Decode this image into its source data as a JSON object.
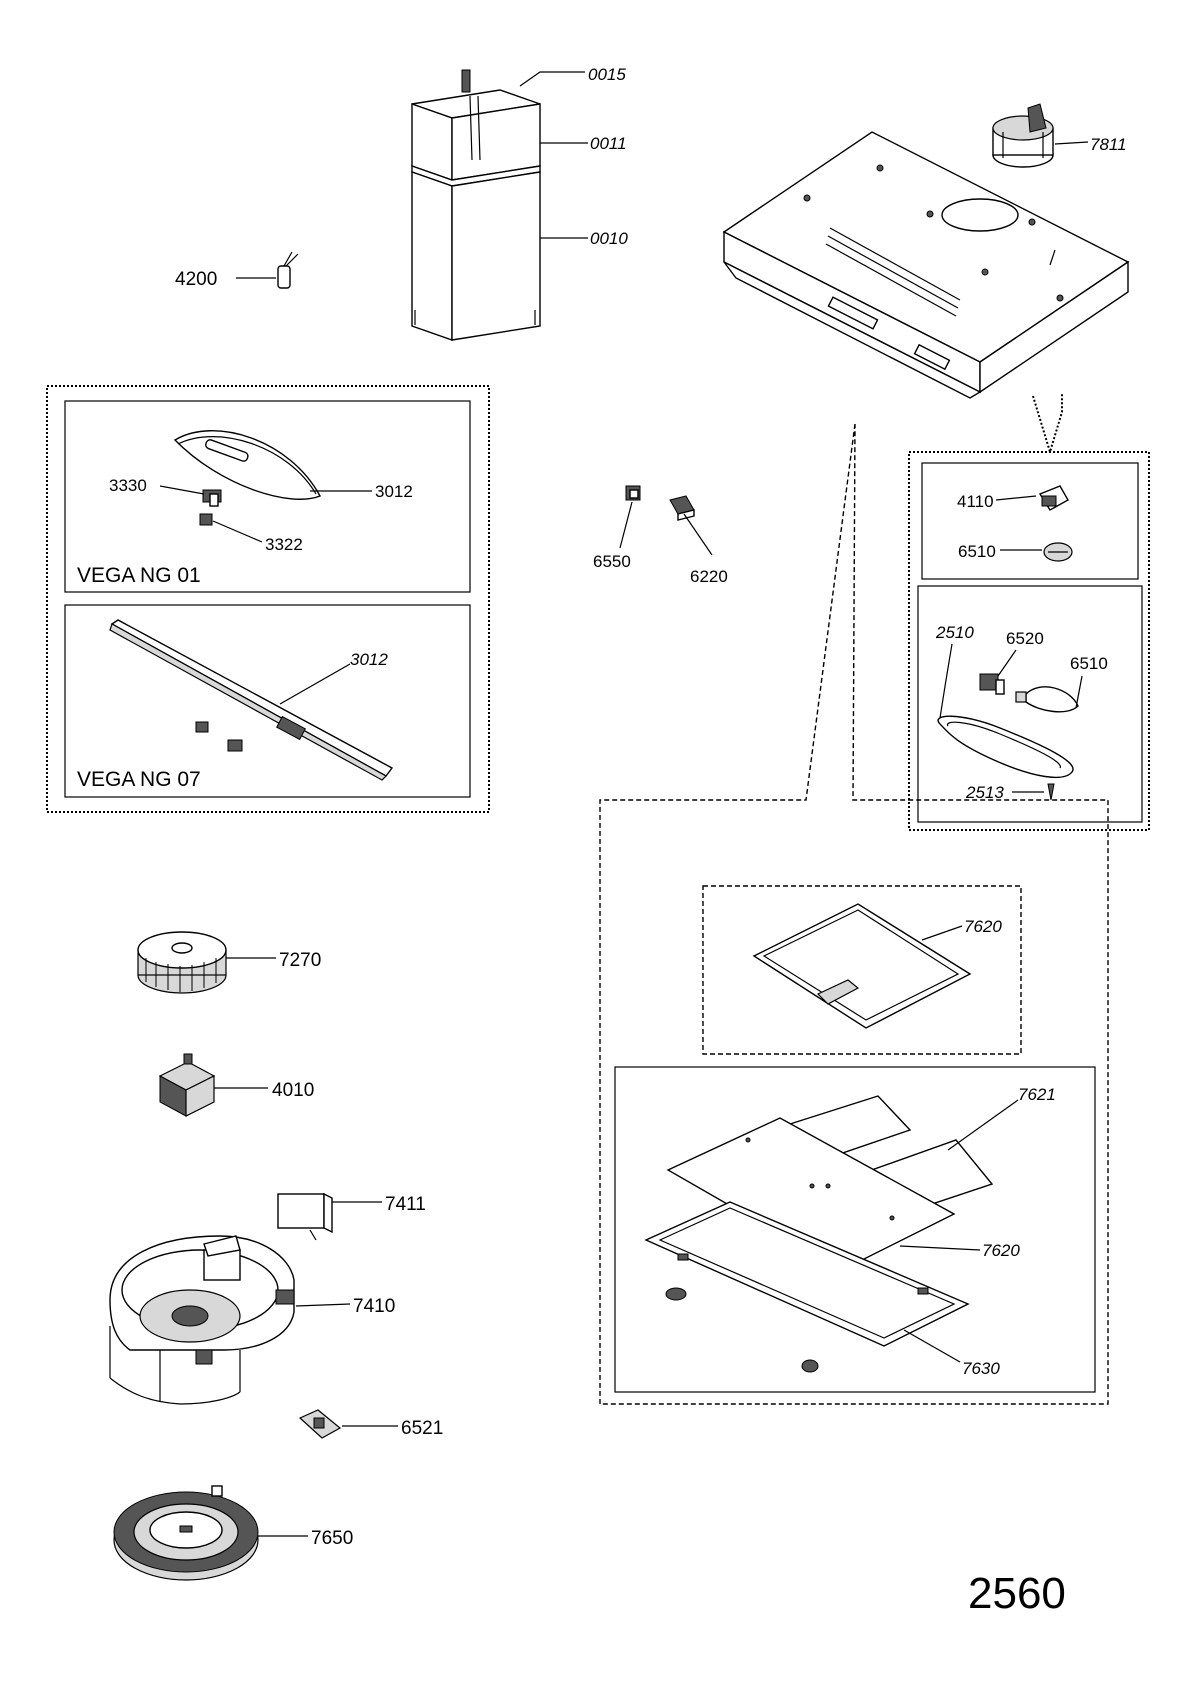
{
  "diagram_number": "2560",
  "boxes": {
    "vega_ng_01": "VEGA NG 01",
    "vega_ng_07": "VEGA NG 07"
  },
  "parts": {
    "p0015": "0015",
    "p0011": "0011",
    "p0010": "0010",
    "p4200": "4200",
    "p7811": "7811",
    "p3330": "3330",
    "p3012a": "3012",
    "p3322": "3322",
    "p3012b": "3012",
    "p6550": "6550",
    "p6220": "6220",
    "p4110": "4110",
    "p6510a": "6510",
    "p2510": "2510",
    "p6520": "6520",
    "p6510b": "6510",
    "p2513": "2513",
    "p7620a": "7620",
    "p7621": "7621",
    "p7620b": "7620",
    "p7630": "7630",
    "p7270": "7270",
    "p4010": "4010",
    "p7411": "7411",
    "p7410": "7410",
    "p6521": "6521",
    "p7650": "7650"
  }
}
